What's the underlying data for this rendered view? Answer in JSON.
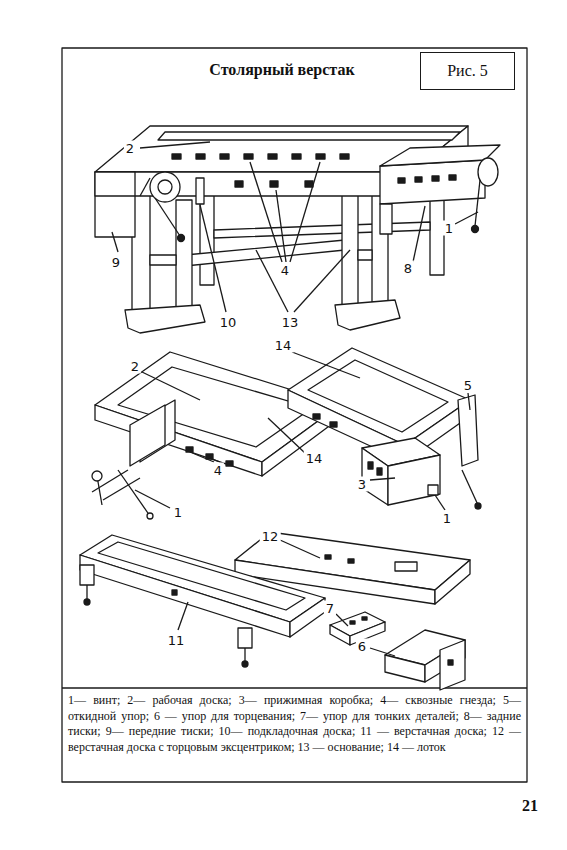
{
  "diagram": {
    "title": "Столярный верстак",
    "caption": "1— винт; 2— рабочая доска; 3— прижимная коробка; 4— сквозные гнезда; 5— откидной упор; 6 — упор для торцевания; 7— упор для тонких деталей; 8— задние тиски; 9— передние тиски; 10— подкладочная доска; 11 — верстачная доска; 12 — верстачная доска с торцовым эксцентриком; 13 — основание; 14 — лоток",
    "nodes": [
      {
        "text": [
          "Рис. 5"
        ]
      }
    ],
    "labels": [
      "2",
      "1",
      "9",
      "8",
      "4",
      "10",
      "13",
      "14",
      "2",
      "5",
      "14",
      "4",
      "3",
      "1",
      "1",
      "12",
      "7",
      "11",
      "6",
      "21"
    ]
  }
}
